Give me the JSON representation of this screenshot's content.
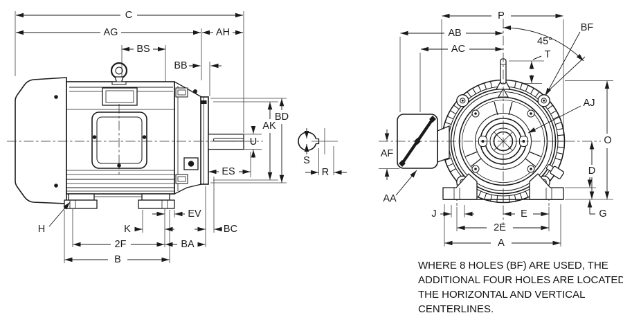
{
  "colors": {
    "background": "#ffffff",
    "ink": "#1a1a1a"
  },
  "side_view": {
    "dim_labels": {
      "c": "C",
      "ag": "AG",
      "ah": "AH",
      "bs": "BS",
      "bb": "BB",
      "es": "ES",
      "u": "U",
      "ak": "AK",
      "bd": "BD",
      "s": "S",
      "r": "R",
      "h": "H",
      "k": "K",
      "ev": "EV",
      "bc": "BC",
      "two_f": "2F",
      "ba": "BA",
      "b": "B"
    }
  },
  "front_view": {
    "dim_labels": {
      "p": "P",
      "ab": "AB",
      "ac": "AC",
      "t": "T",
      "angle": "45°",
      "bf": "BF",
      "aj": "AJ",
      "o": "O",
      "d": "D",
      "g": "G",
      "j": "J",
      "e": "E",
      "two_e": "2E",
      "a": "A",
      "af": "AF",
      "aa": "AA"
    }
  },
  "note": {
    "lines": [
      "WHERE 8 HOLES (BF) ARE USED, THE",
      "ADDITIONAL FOUR HOLES ARE LOCATED ON",
      "THE HORIZONTAL AND VERTICAL",
      "CENTERLINES."
    ]
  }
}
